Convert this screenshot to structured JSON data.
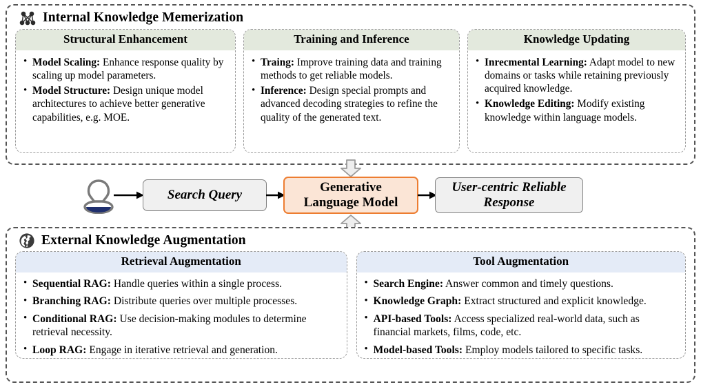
{
  "sections": {
    "internal": {
      "icon": "network-graph-icon",
      "title": "Internal Knowledge Memerization",
      "cards": [
        {
          "title": "Structural Enhancement",
          "accent": "#e3e9dd",
          "items": [
            {
              "term": "Model Scaling:",
              "desc": " Enhance response quality by scaling up model parameters."
            },
            {
              "term": "Model Structure:",
              "desc": " Design unique model architectures to achieve better generative capabilities, e.g. MOE."
            }
          ]
        },
        {
          "title": "Training and Inference",
          "accent": "#e3e9dd",
          "items": [
            {
              "term": "Traing:",
              "desc": " Improve training data and training methods to get reliable models."
            },
            {
              "term": "Inference:",
              "desc": " Design special prompts and advanced decoding strategies to refine the quality of the generated text."
            }
          ]
        },
        {
          "title": "Knowledge Updating",
          "accent": "#e3e9dd",
          "items": [
            {
              "term": "Inrecmental Learning:",
              "desc": " Adapt model to new domains or tasks while retaining previously acquired knowledge."
            },
            {
              "term": "Knowledge Editing:",
              "desc": " Modify existing knowledge within language models."
            }
          ]
        }
      ]
    },
    "external": {
      "icon": "globe-icon",
      "title": "External Knowledge Augmentation",
      "cards": [
        {
          "title": "Retrieval Augmentation",
          "accent": "#e4ebf7",
          "items": [
            {
              "term": "Sequential RAG:",
              "desc": " Handle queries within a single process."
            },
            {
              "term": "Branching RAG:",
              "desc": " Distribute queries over multiple processes."
            },
            {
              "term": "Conditional RAG:",
              "desc": " Use decision-making modules to determine retrieval necessity."
            },
            {
              "term": "Loop RAG:",
              "desc": " Engage in iterative retrieval and generation."
            }
          ]
        },
        {
          "title": "Tool Augmentation",
          "accent": "#e4ebf7",
          "items": [
            {
              "term": "Search Engine:",
              "desc": " Answer common and timely questions."
            },
            {
              "term": "Knowledge Graph:",
              "desc": " Extract structured and explicit knowledge."
            },
            {
              "term": "API-based Tools:",
              "desc": " Access specialized real-world data, such as financial markets, films, code, etc."
            },
            {
              "term": "Model-based Tools:",
              "desc": " Employ models tailored to specific tasks."
            }
          ]
        }
      ]
    }
  },
  "flow": {
    "user_icon": "user-avatar-icon",
    "search_query": "Search Query",
    "generative_model_line1": "Generative",
    "generative_model_line2": "Language Model",
    "response_line1": "User-centric Reliable",
    "response_line2": "Response",
    "arrow_user_to_query": "arrow-right-icon",
    "arrow_query_to_model": "arrow-right-icon",
    "arrow_model_to_response": "arrow-right-icon",
    "arrow_top_into_model": "block-arrow-down-icon",
    "arrow_bottom_into_model": "block-arrow-up-icon"
  },
  "colors": {
    "green_header": "#e3e9dd",
    "blue_header": "#e4ebf7",
    "orange_border": "#ed7d31",
    "orange_fill": "#fbe5d6",
    "gray_fill": "#f0f0f0",
    "gray_border": "#808080",
    "dashed_border": "#555555",
    "user_icon_base": "#1f2f6e"
  }
}
